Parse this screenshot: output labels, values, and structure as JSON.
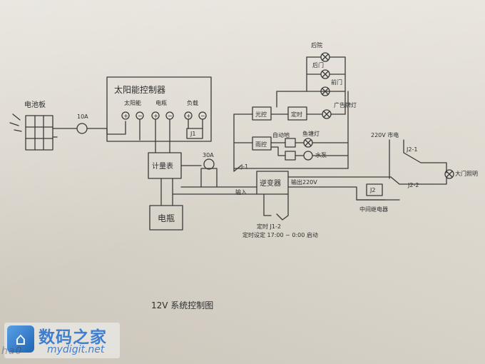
{
  "diagram": {
    "title": "12V 系统控制图",
    "solar_panel": "电池板",
    "fuse_10a": "10A",
    "controller": "太阳能控制器",
    "ctrl_panel": "太阳能",
    "ctrl_battery": "电瓶",
    "ctrl_load": "负载",
    "j1": "J1",
    "meter": "计量表",
    "fuse_30a": "30A",
    "battery": "电瓶",
    "j1_1": "J-1",
    "input": "输入",
    "inverter": "逆变器",
    "output": "输出220V",
    "timer_switch": "定时 J1-2",
    "timer_note": "定时设定 17:00 ~ 0:00 启动",
    "light_control": "光控",
    "timer": "定时",
    "lamp_backyard": "后院",
    "lamp_back_door": "后门",
    "lamp_front_door": "前门",
    "lamp_sign": "广告牌灯",
    "rain": "雨控",
    "auto_reverse": "自动地",
    "fish_light": "鱼塘灯",
    "pump": "水泵",
    "mains": "220V 市电",
    "j2_1": "J2-1",
    "j2_2": "J2-2",
    "j2": "J2",
    "interlock_relay": "中间继电器",
    "lighting": "大门照明"
  },
  "watermark": {
    "name": "数码之家",
    "url": "mydigit.net",
    "faint": "ha0"
  }
}
